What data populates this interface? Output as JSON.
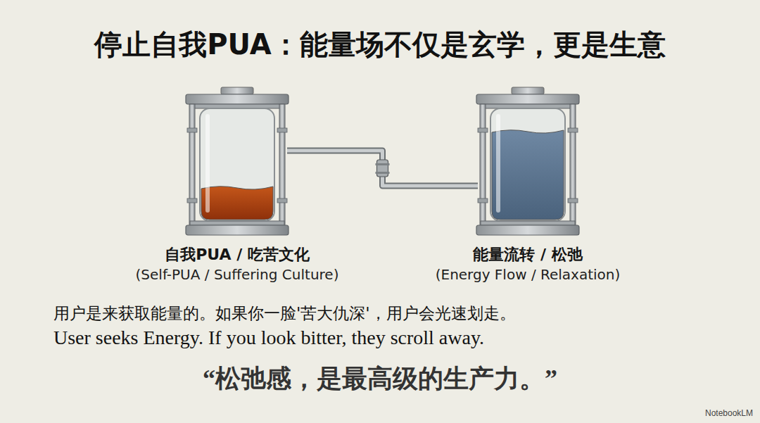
{
  "diagram": {
    "title": "停止自我PUA：能量场不仅是玄学，更是生意",
    "nodes": [
      {
        "text": [
          "自我PUA / 吃苦文化",
          "(Self-PUA / Suffering Culture)"
        ]
      },
      {
        "text": [
          "能量流转 / 松弛",
          "(Energy Flow / Relaxation)"
        ]
      }
    ],
    "edges": [
      {
        "from": 0,
        "to": 1,
        "arrow": "none"
      }
    ],
    "labels": [
      "用户是来获取能量的。如果你一脸'苦大仇深'，用户会光速划走。",
      "User seeks Energy. If you look bitter, they scroll away.",
      "“松弛感，是最高级的生产力。”",
      "NotebookLM"
    ]
  }
}
